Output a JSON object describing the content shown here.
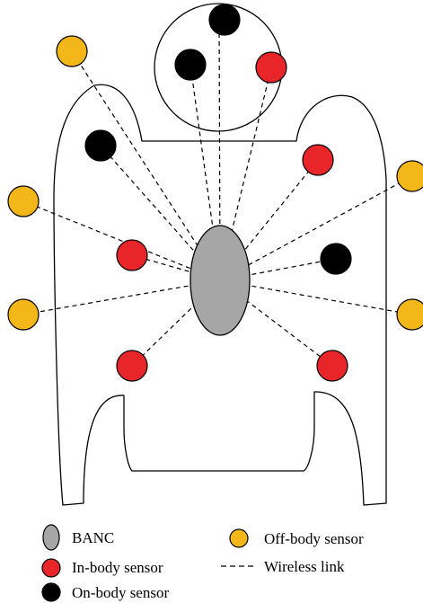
{
  "colors": {
    "banc": "#a6a6a6",
    "in_body": "#e8262a",
    "on_body": "#000000",
    "off_body": "#f4b719",
    "outline": "#000000",
    "link": "#000000"
  },
  "legend": {
    "banc": "BANC",
    "in_body": "In-body sensor",
    "on_body": "On-body sensor",
    "off_body": "Off-body sensor",
    "wireless": "Wireless link"
  },
  "icons": {
    "banc": "grey-ellipse",
    "in_body": "red-circle",
    "on_body": "black-circle",
    "off_body": "yellow-circle",
    "wireless": "dashed-line"
  }
}
